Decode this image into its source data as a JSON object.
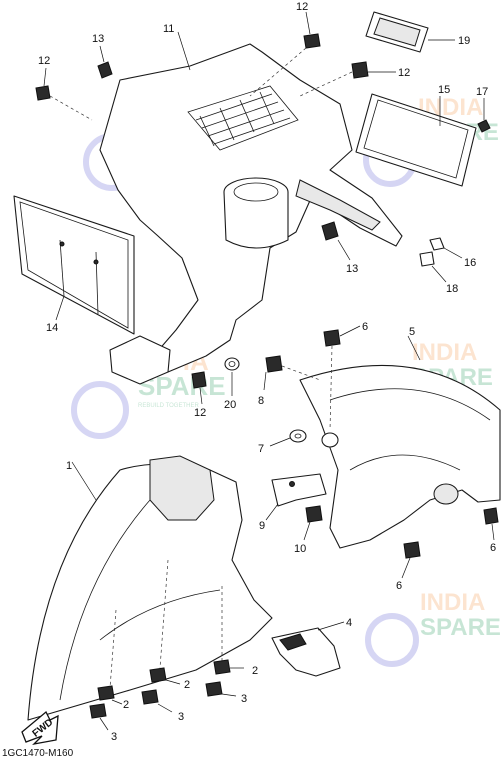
{
  "diagram": {
    "code": "1GC1470-M160",
    "fwd_label": "FWD",
    "callouts": {
      "c1": "1",
      "c2a": "2",
      "c2b": "2",
      "c2c": "2",
      "c3a": "3",
      "c3b": "3",
      "c3c": "3",
      "c4": "4",
      "c5": "5",
      "c6a": "6",
      "c6b": "6",
      "c6c": "6",
      "c7": "7",
      "c8": "8",
      "c9": "9",
      "c10": "10",
      "c11": "11",
      "c12a": "12",
      "c12b": "12",
      "c12c": "12",
      "c12d": "12",
      "c13a": "13",
      "c13b": "13",
      "c14": "14",
      "c15": "15",
      "c16": "16",
      "c17": "17",
      "c18": "18",
      "c19": "19",
      "c20": "20"
    }
  },
  "watermark": {
    "line1": "INDIA",
    "line2": "SPARE",
    "tagline": "REBUILD TOGETHER",
    "colors": {
      "india": "#f5a05a",
      "spare": "#3aa66b",
      "logo": "#6b6bd6"
    }
  }
}
